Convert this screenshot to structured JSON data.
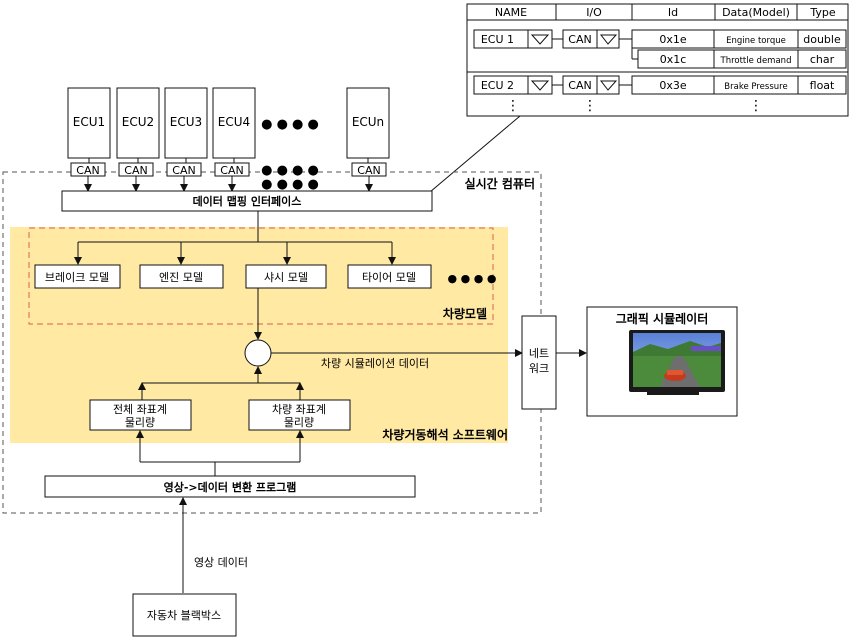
{
  "table": {
    "headers": [
      "NAME",
      "I/O",
      "Id",
      "Data(Model)",
      "Type"
    ],
    "rows": [
      {
        "name": "ECU  1",
        "io": "CAN",
        "id": "0x1e",
        "data": "Engine torque",
        "type": "double"
      },
      {
        "name": "",
        "io": "",
        "id": "0x1c",
        "data": "Throttle demand",
        "type": "char"
      },
      {
        "name": "ECU  2",
        "io": "CAN",
        "id": "0x3e",
        "data": "Brake Pressure",
        "type": "float"
      }
    ],
    "ellipsis": "⋮"
  },
  "ecus": [
    "ECU1",
    "ECU2",
    "ECU3",
    "ECU4",
    "ECUn"
  ],
  "can_label": "CAN",
  "dots": "● ● ● ●",
  "realtime_label": "실시간 컴퓨터",
  "mapping_interface": "데이터 맵핑 인터페이스",
  "models": [
    "브레이크 모델",
    "엔진 모델",
    "샤시 모델",
    "타이어 모델"
  ],
  "vehicle_model_label": "차량모델",
  "sim_data_label": "차량 시뮬레이션 데이터",
  "network_label": [
    "네트",
    "워크"
  ],
  "graphic_sim_label": "그래픽 시뮬레이터",
  "coord_boxes": [
    [
      "전체 좌표계",
      "물리량"
    ],
    [
      "차량 좌표계",
      "물리량"
    ]
  ],
  "software_label": "차량거동해석 소프트웨어",
  "converter_label": "영상->데이터 변환 프로그램",
  "video_data_label": "영상 데이터",
  "blackbox_label": "자동차 블랙박스",
  "colors": {
    "yellow_panel": "#ffe9a3",
    "model_dash": "#e07a5f",
    "monitor_frame": "#1a1a1a"
  }
}
